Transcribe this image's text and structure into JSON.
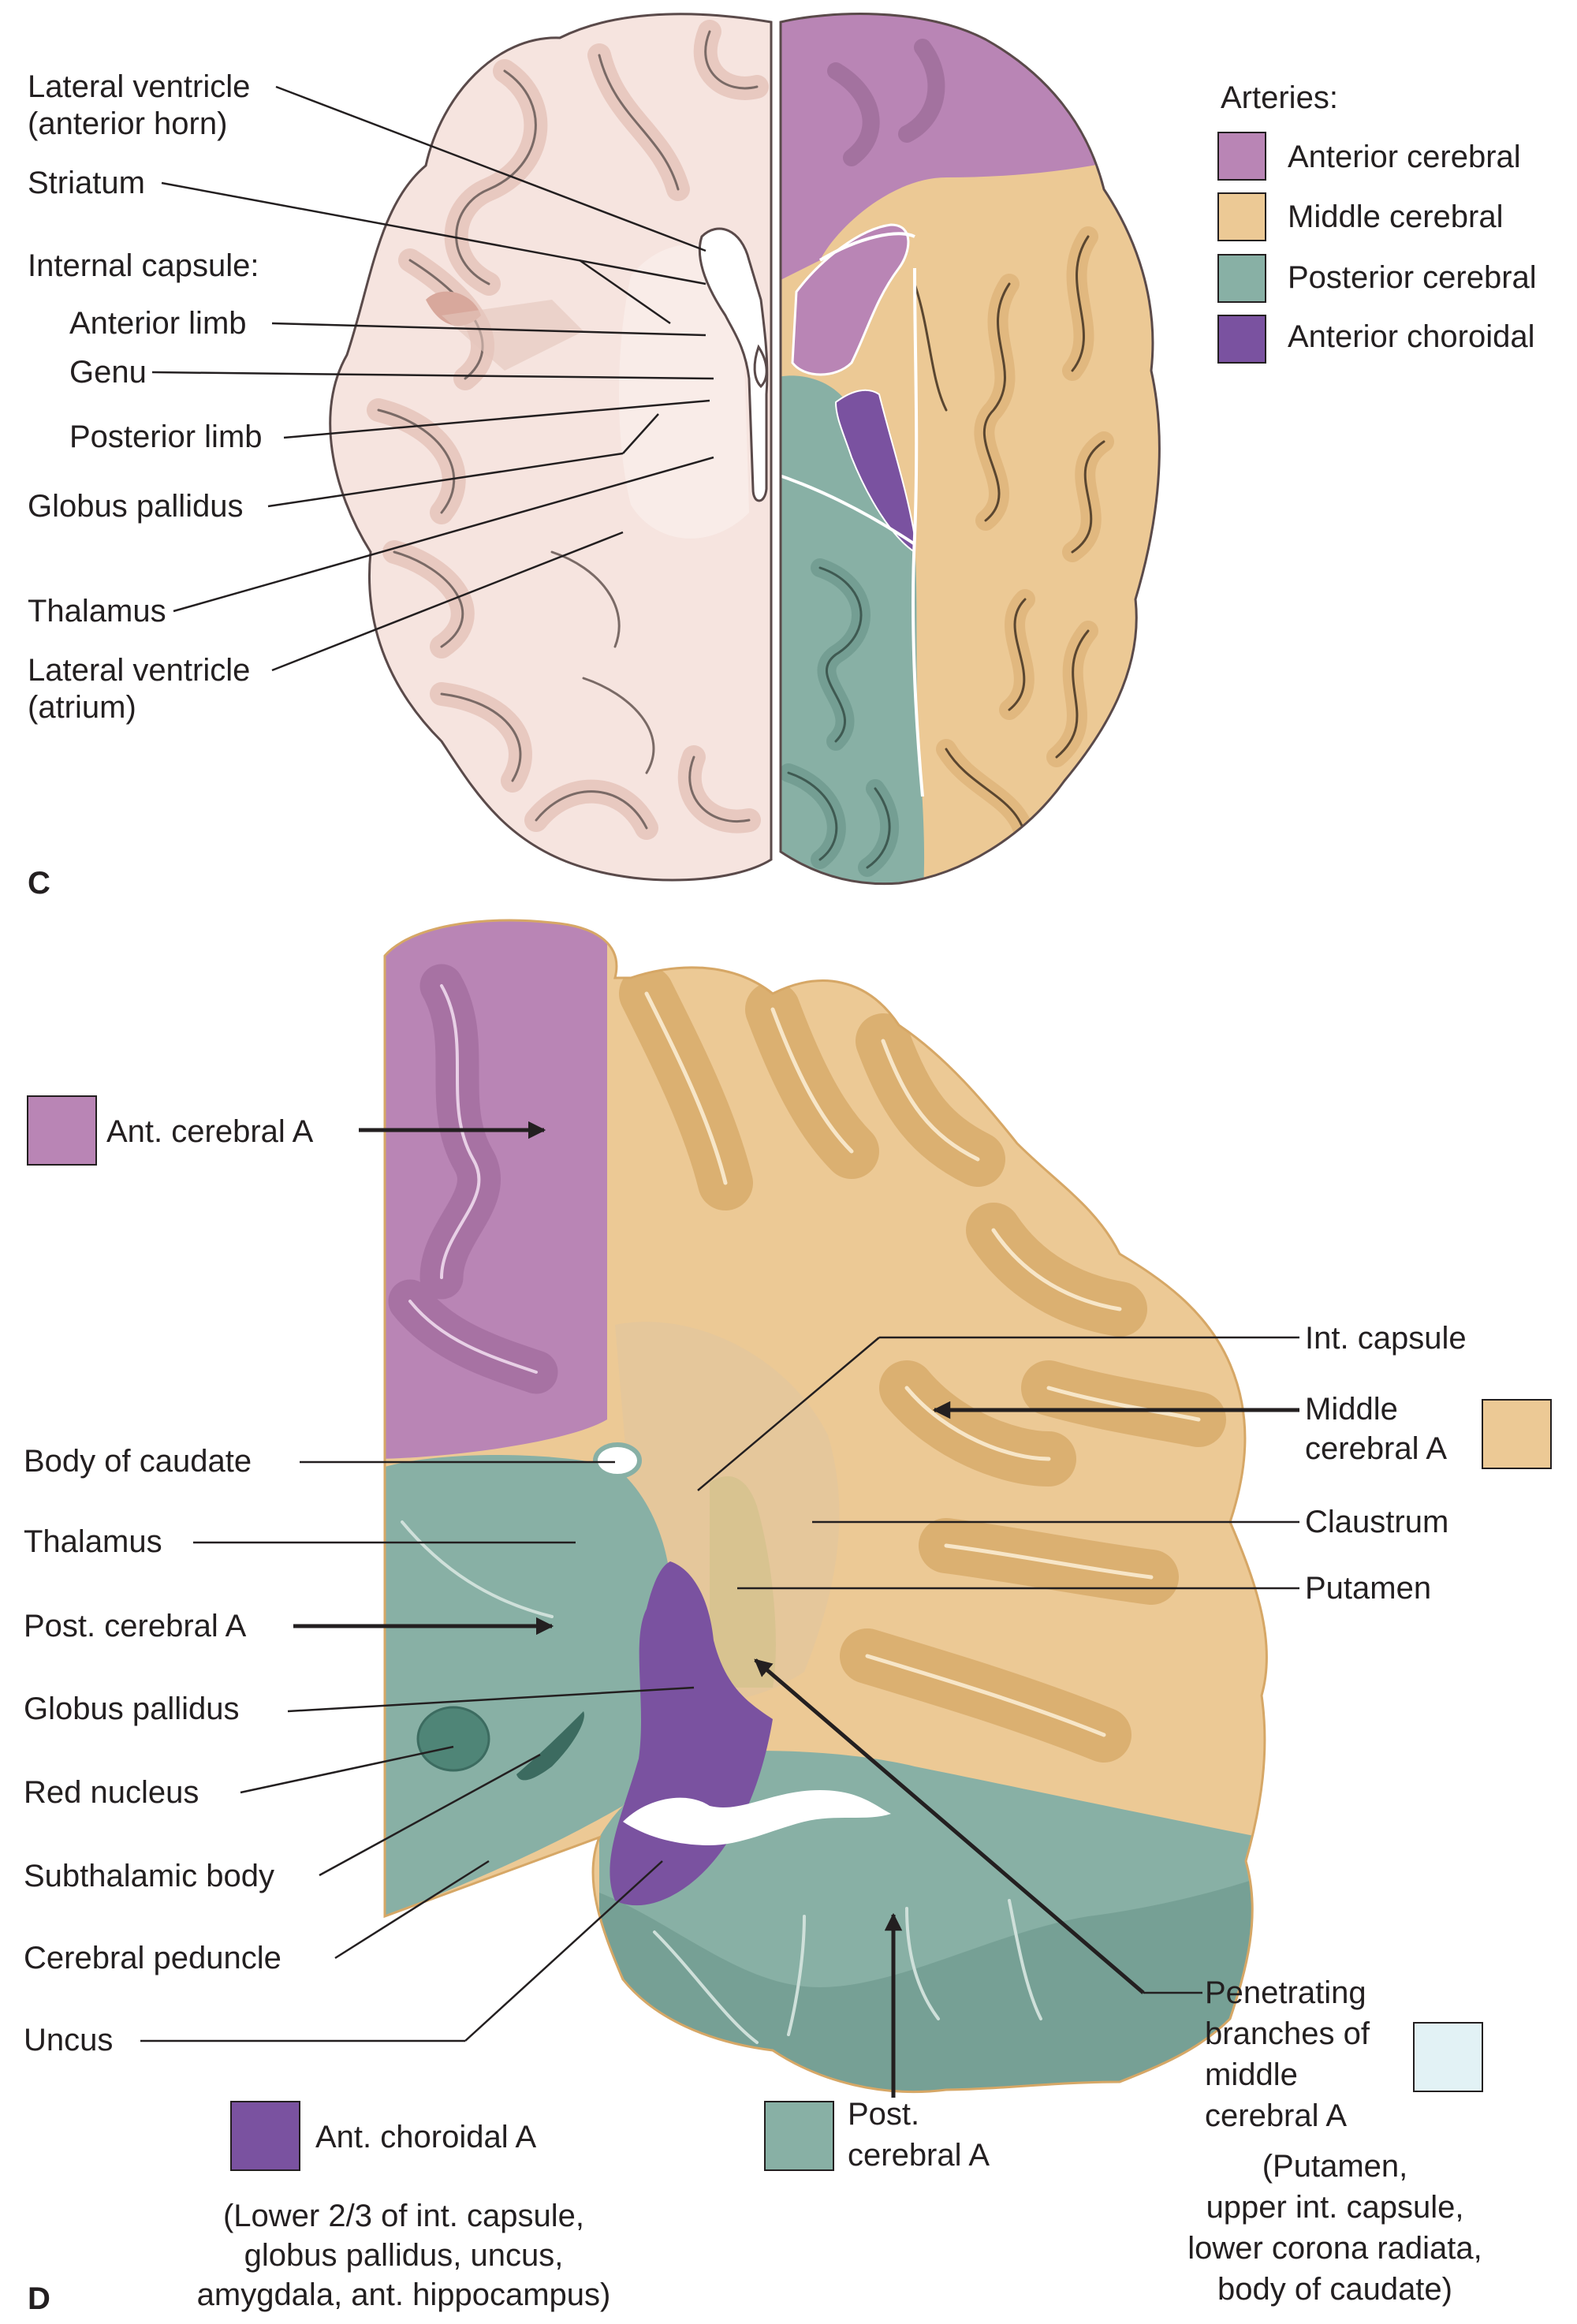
{
  "colors": {
    "anterior_cerebral": "#b985b5",
    "middle_cerebral": "#ecc995",
    "posterior_cerebral": "#88b0a5",
    "anterior_choroidal": "#7a52a0",
    "penetrating": "#e2f2f5",
    "brain_pink": "#f6e4df"
  },
  "panel_c": {
    "label": "C",
    "legend": {
      "title": "Arteries:",
      "items": [
        {
          "label": "Anterior cerebral",
          "color": "#b985b5"
        },
        {
          "label": "Middle cerebral",
          "color": "#ecc995"
        },
        {
          "label": "Posterior cerebral",
          "color": "#88b0a5"
        },
        {
          "label": "Anterior choroidal",
          "color": "#7a52a0"
        }
      ]
    },
    "labels": {
      "lv_anterior_1": "Lateral ventricle",
      "lv_anterior_2": "(anterior horn)",
      "striatum": "Striatum",
      "internal_capsule": "Internal capsule:",
      "anterior_limb": "Anterior limb",
      "genu": "Genu",
      "posterior_limb": "Posterior limb",
      "globus_pallidus": "Globus pallidus",
      "thalamus": "Thalamus",
      "lv_atrium_1": "Lateral ventricle",
      "lv_atrium_2": "(atrium)"
    }
  },
  "panel_d": {
    "label": "D",
    "labels": {
      "ant_cerebral": "Ant. cerebral A",
      "body_of_caudate": "Body of caudate",
      "thalamus": "Thalamus",
      "post_cerebral_left": "Post. cerebral A",
      "globus_pallidus": "Globus pallidus",
      "red_nucleus": "Red nucleus",
      "subthalamic_body": "Subthalamic body",
      "cerebral_peduncle": "Cerebral peduncle",
      "uncus": "Uncus",
      "int_capsule": "Int. capsule",
      "middle_cerebral_1": "Middle",
      "middle_cerebral_2": "cerebral A",
      "claustrum": "Claustrum",
      "putamen": "Putamen",
      "penetrating_1": "Penetrating",
      "penetrating_2": "branches of",
      "penetrating_3": "middle",
      "penetrating_4": "cerebral A",
      "penetrating_note_1": "(Putamen,",
      "penetrating_note_2": "upper int. capsule,",
      "penetrating_note_3": "lower corona radiata,",
      "penetrating_note_4": "body of caudate)",
      "ant_choroidal": "Ant. choroidal A",
      "ant_choroidal_note_1": "(Lower 2/3 of int. capsule,",
      "ant_choroidal_note_2": "globus pallidus, uncus,",
      "ant_choroidal_note_3": "amygdala, ant. hippocampus)",
      "post_cerebral_bottom_1": "Post.",
      "post_cerebral_bottom_2": "cerebral A"
    }
  }
}
